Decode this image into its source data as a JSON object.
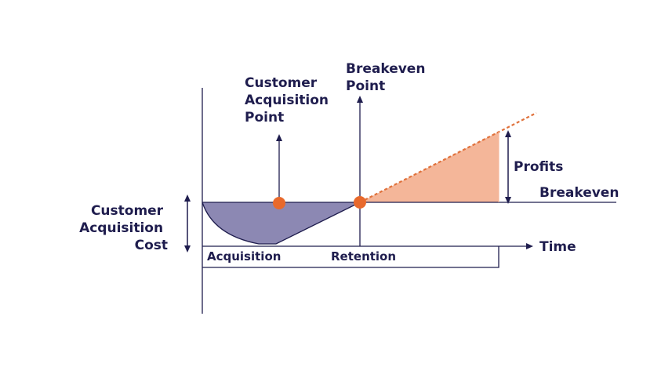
{
  "labels": {
    "acquisition_point": [
      "Customer",
      "Acquisition",
      "Point"
    ],
    "breakeven_point": [
      "Breakeven",
      "Point"
    ],
    "acquisition_cost": [
      "Customer",
      "Acquisition",
      "Cost"
    ],
    "profits": "Profits",
    "breakeven": "Breakeven",
    "time": "Time",
    "acquisition": "Acquisition",
    "retention": "Retention"
  },
  "colors": {
    "ink": "#1f1d4e",
    "cost_area": "#8c88b3",
    "profit_area": "#f4b699",
    "profit_line": "#e0723c",
    "marker": "#e8692c"
  }
}
